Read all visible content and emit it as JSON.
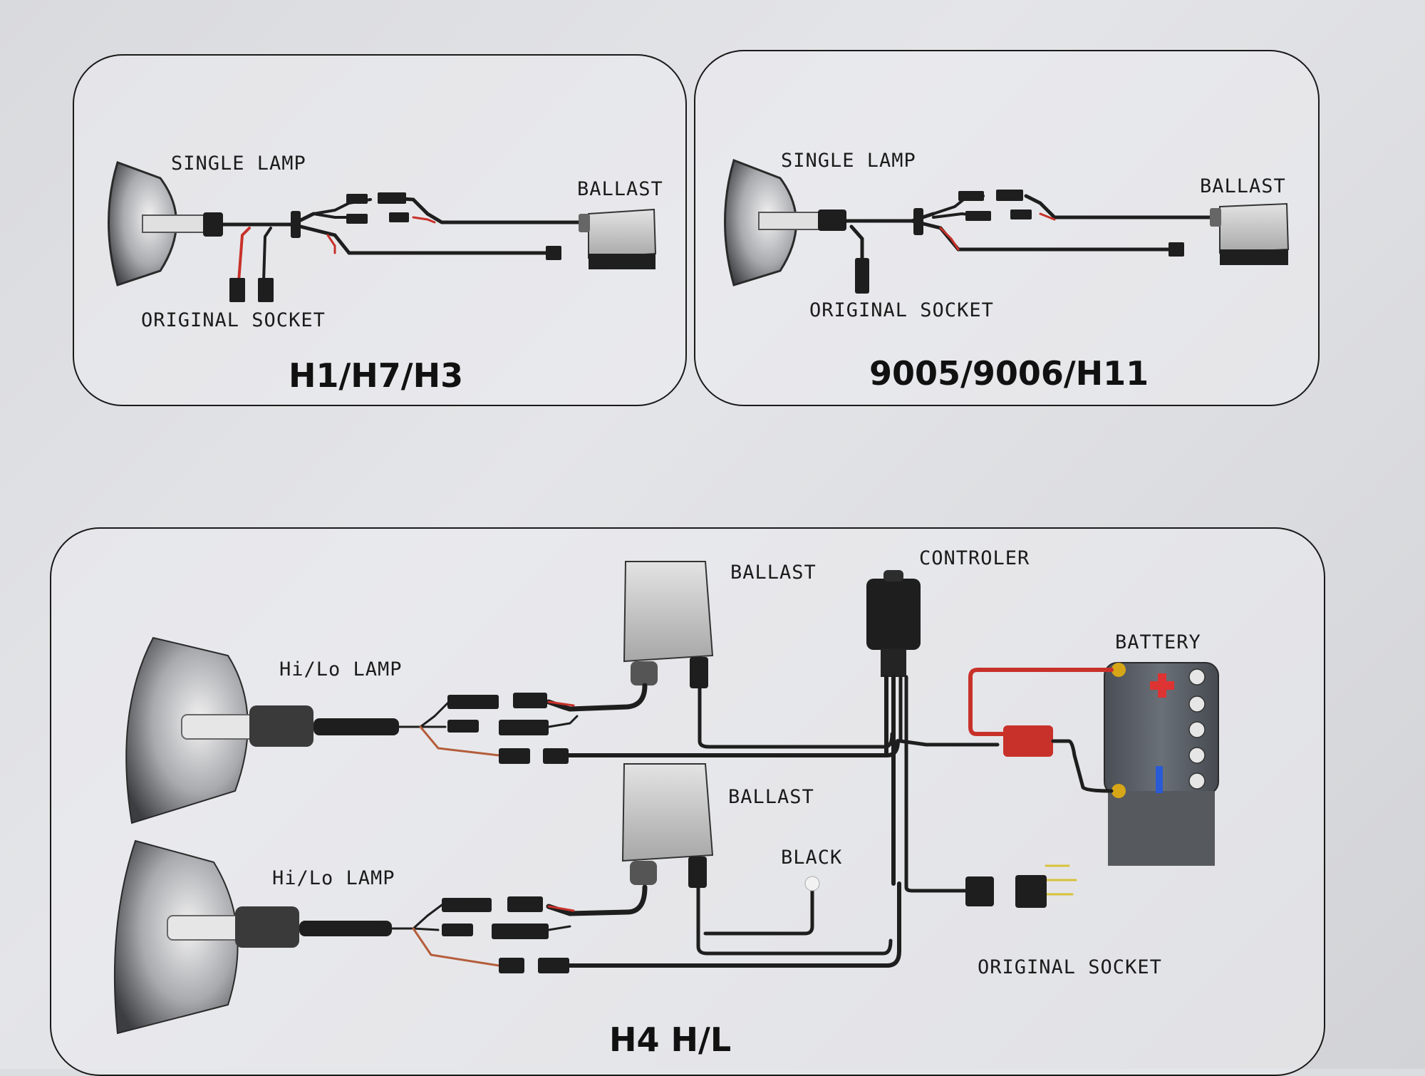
{
  "panel_a": {
    "single_lamp": "SINGLE LAMP",
    "ballast": "BALLAST",
    "original_socket": "ORIGINAL SOCKET",
    "title": "H1/H7/H3"
  },
  "panel_b": {
    "single_lamp": "SINGLE LAMP",
    "ballast": "BALLAST",
    "original_socket": "ORIGINAL SOCKET",
    "title": "9005/9006/H11"
  },
  "panel_c": {
    "ballast_top": "BALLAST",
    "controler": "CONTROLER",
    "battery": "BATTERY",
    "hilo_lamp_top": "Hi/Lo LAMP",
    "ballast_bottom": "BALLAST",
    "black": "BLACK",
    "hilo_lamp_bottom": "Hi/Lo LAMP",
    "original_socket": "ORIGINAL SOCKET",
    "title": "H4 H/L"
  },
  "colors": {
    "wire_black": "#1e1e1e",
    "wire_red": "#c8312a",
    "wire_yellow": "#d8c23a",
    "ballast_gray": "#cfcfcf",
    "battery_body": "#5a5f66"
  }
}
